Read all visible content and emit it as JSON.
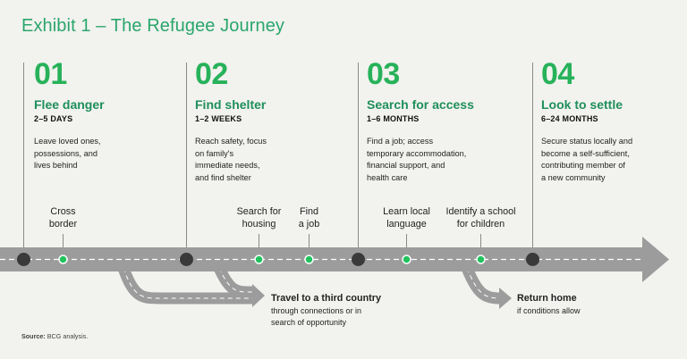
{
  "title": "Exhibit 1 – The Refugee Journey",
  "phases": [
    {
      "num": "01",
      "name": "Flee danger",
      "duration": "2–5 DAYS",
      "description": "Leave loved ones,\npossessions, and\nlives behind"
    },
    {
      "num": "02",
      "name": "Find shelter",
      "duration": "1–2 WEEKS",
      "description": "Reach safety, focus\non family's\nimmediate needs,\nand find shelter"
    },
    {
      "num": "03",
      "name": "Search for access",
      "duration": "1–6 MONTHS",
      "description": "Find a job; access\ntemporary accommodation,\nfinancial support, and\nhealth care"
    },
    {
      "num": "04",
      "name": "Look to settle",
      "duration": "6–24 MONTHS",
      "description": "Secure status locally and\nbecome a self-sufficient,\ncontributing member of\na new community"
    }
  ],
  "steps": [
    {
      "label": "Cross\nborder"
    },
    {
      "label": "Search for\nhousing"
    },
    {
      "label": "Find\na job"
    },
    {
      "label": "Learn local\nlanguage"
    },
    {
      "label": "Identify a school\nfor children"
    }
  ],
  "branches": [
    {
      "title": "Travel to a third country",
      "subtitle": "through connections or in\nsearch of opportunity"
    },
    {
      "title": "Return home",
      "subtitle": "if conditions allow"
    }
  ],
  "source": {
    "label": "Source:",
    "text": " BCG analysis."
  },
  "colors": {
    "title": "#2aa66b",
    "number": "#27b25a",
    "phase_name": "#1f8f5b",
    "road": "#9c9c9c",
    "step_dot": "#22c35e",
    "phase_dot": "#3a3a3a",
    "background": "#f2f2ef"
  }
}
